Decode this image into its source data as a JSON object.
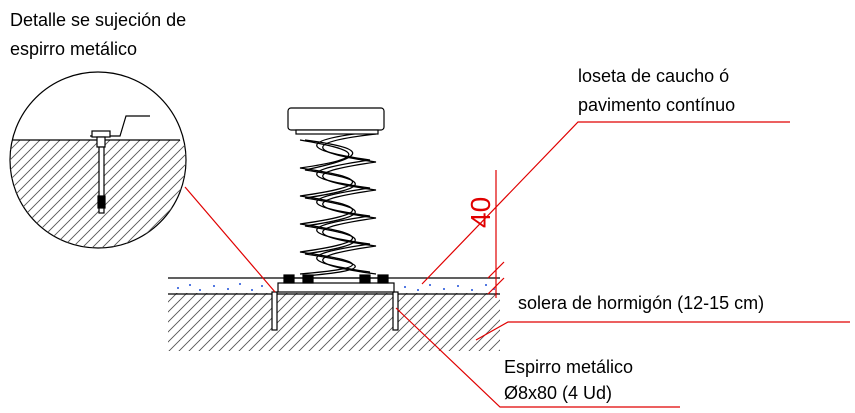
{
  "labels": {
    "detail_title_line1": "Detalle se sujeción de",
    "detail_title_line2": "espirro metálico",
    "surface_line1": "loseta de caucho ó",
    "surface_line2": "pavimento contínuo",
    "slab": "solera de hormigón (12-15 cm)",
    "anchor_line1": "Espirro metálico",
    "anchor_line2": "Ø8x80 (4 Ud)"
  },
  "dimension": "40",
  "colors": {
    "leader": "#e00000",
    "line": "#000000",
    "hatch": "#555555",
    "aggregate": "#1d4fd8"
  }
}
